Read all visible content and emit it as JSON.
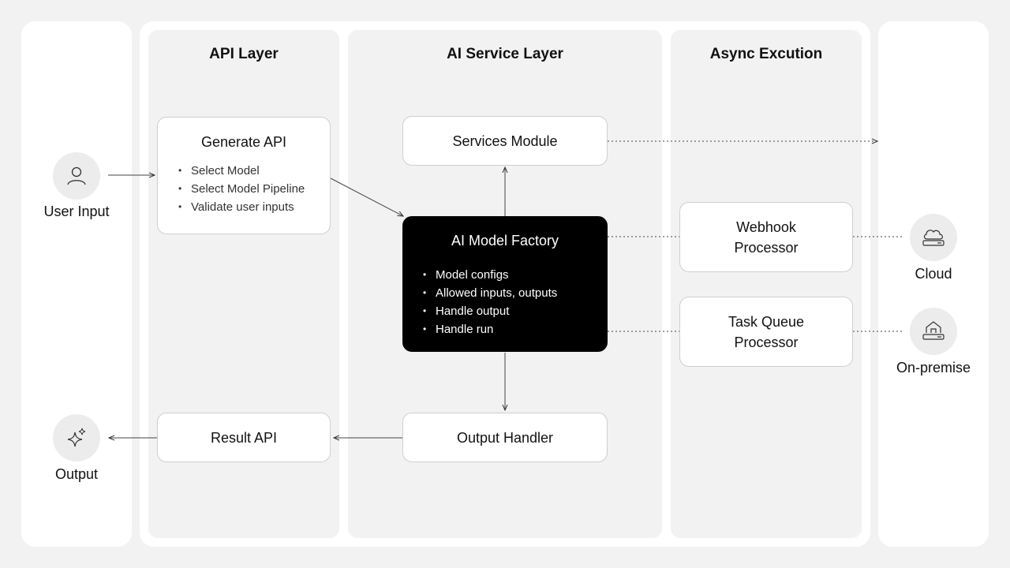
{
  "lanes": {
    "api_layer": "API Layer",
    "ai_service_layer": "AI Service Layer",
    "async_execution": "Async Excution"
  },
  "nodes": {
    "user_input": "User Input",
    "output": "Output",
    "cloud": "Cloud",
    "on_premise": "On-premise"
  },
  "boxes": {
    "generate_api": {
      "title": "Generate API",
      "items": [
        "Select Model",
        "Select Model Pipeline",
        "Validate user inputs"
      ]
    },
    "result_api": {
      "title": "Result API"
    },
    "services_module": {
      "title": "Services Module"
    },
    "ai_model_factory": {
      "title": "AI Model Factory",
      "items": [
        "Model configs",
        "Allowed inputs, outputs",
        "Handle output",
        "Handle run"
      ]
    },
    "output_handler": {
      "title": "Output Handler"
    },
    "webhook_processor": {
      "title_line1": "Webhook",
      "title_line2": "Processor"
    },
    "task_queue_processor": {
      "title_line1": "Task Queue",
      "title_line2": "Processor"
    }
  },
  "icons": {
    "user": "user-icon",
    "sparkle": "sparkle-icon",
    "cloud": "cloud-server-icon",
    "house": "house-server-icon"
  }
}
